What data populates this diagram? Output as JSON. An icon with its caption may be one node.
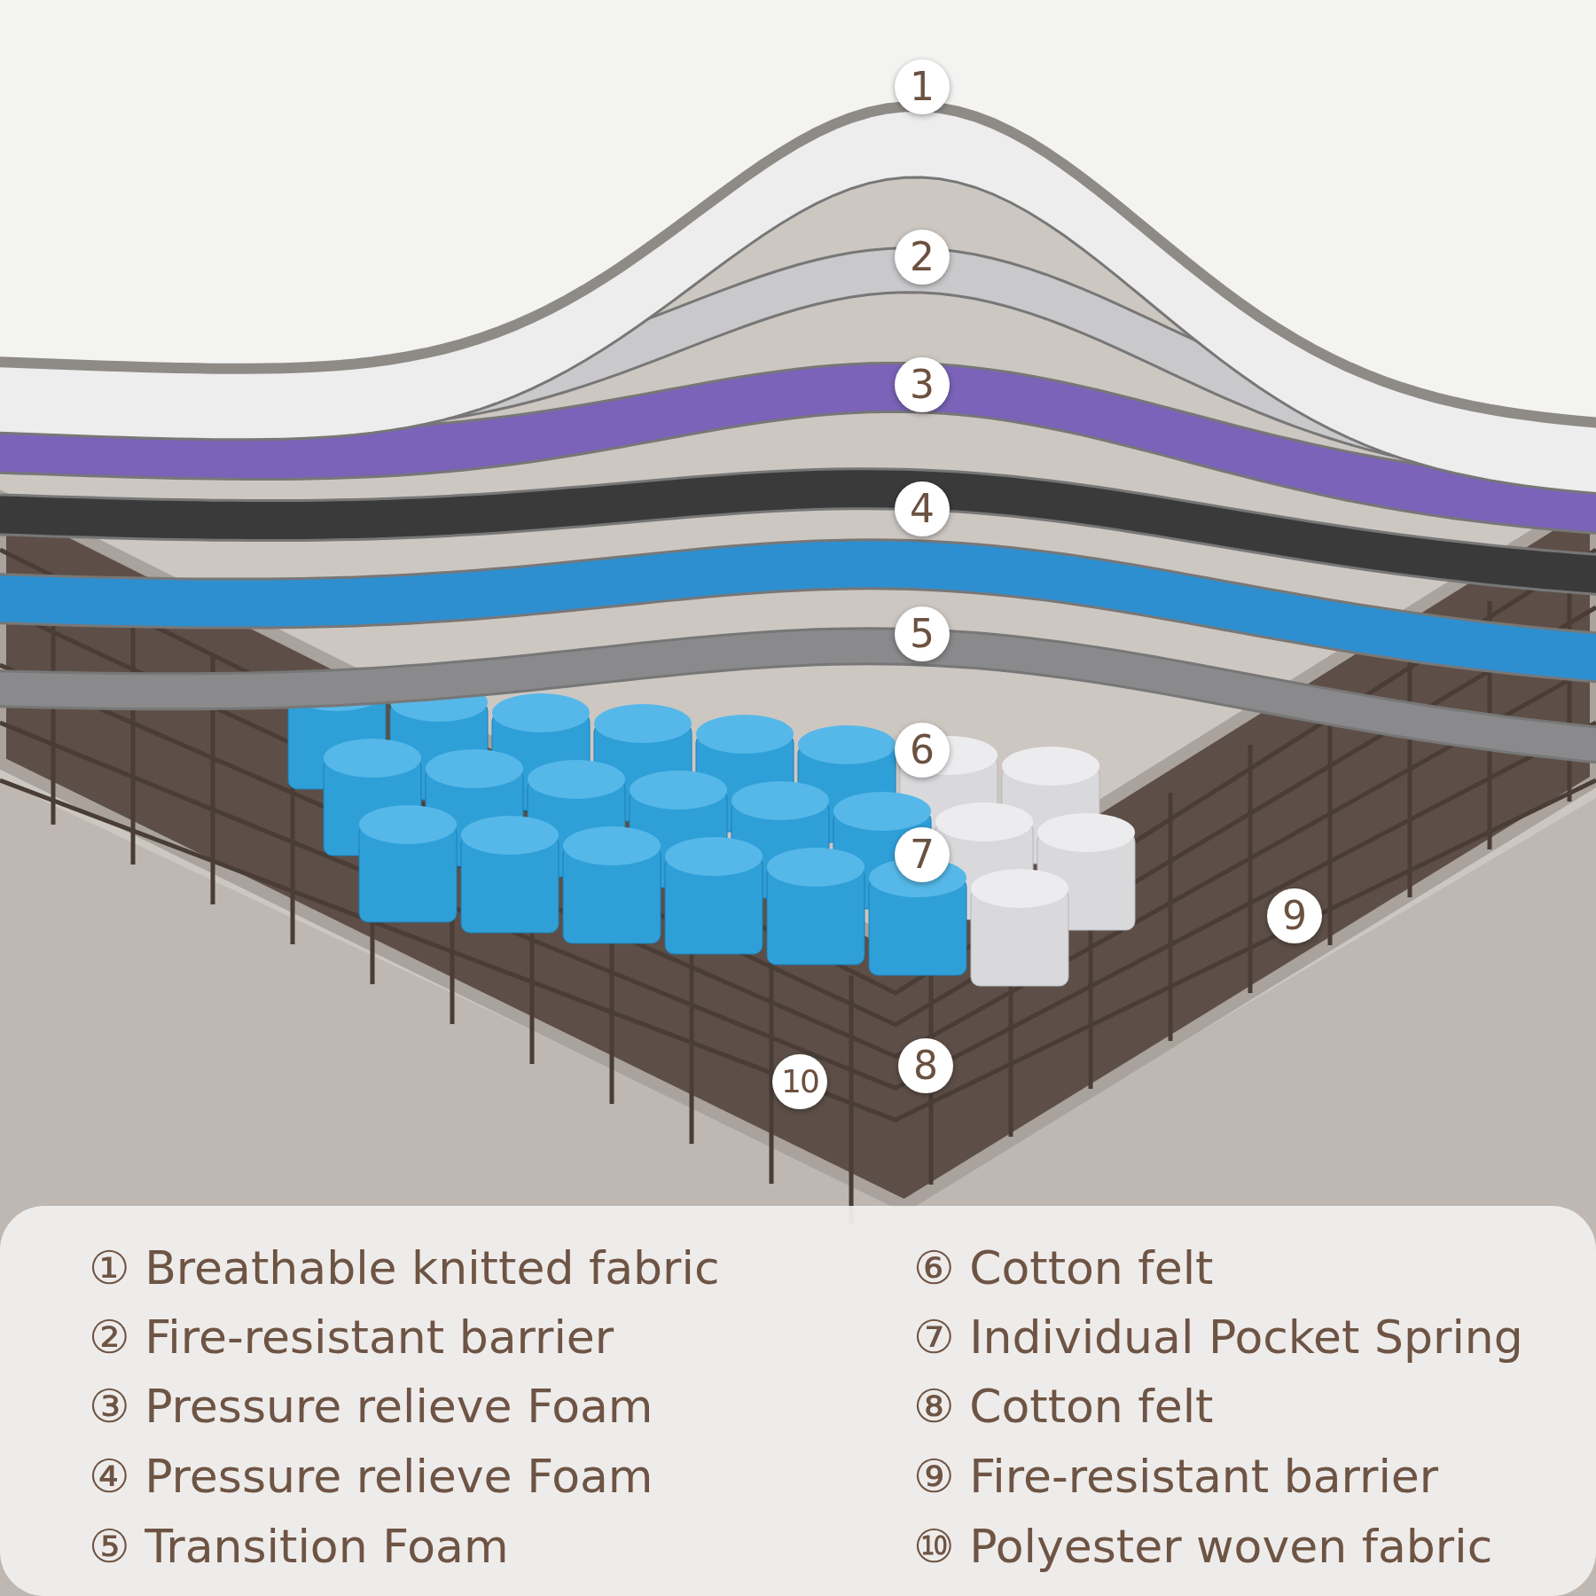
{
  "diagram": {
    "labels": [
      "1",
      "2",
      "3",
      "4",
      "5",
      "6",
      "7",
      "8",
      "9",
      "10",
      "① Breathable knitted fabric",
      "② Fire-resistant barrier",
      "③ Pressure relieve Foam",
      "④ Pressure relieve Foam",
      "⑤ Transition Foam",
      "⑥ Cotton felt",
      "⑦ Individual Pocket Spring",
      "⑧ Cotton felt",
      "⑨ Fire-resistant barrier",
      "⑩ Polyester woven fabric"
    ]
  }
}
